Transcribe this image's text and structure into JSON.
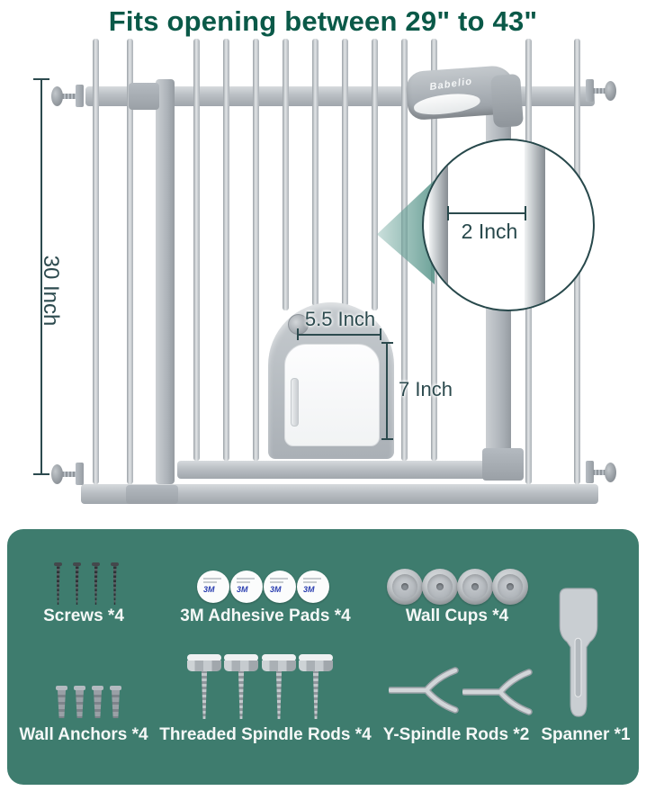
{
  "title": "Fits opening between 29\" to 43\"",
  "brand": "Babelio",
  "dimensions": {
    "height": "30 Inch",
    "bar_gap": "2 Inch",
    "pet_door_width": "5.5 Inch",
    "pet_door_height": "7 Inch"
  },
  "accessories": {
    "screws": {
      "label": "Screws *4"
    },
    "adhesive_pads": {
      "label": "3M Adhesive Pads *4",
      "brand": "3M"
    },
    "wall_cups": {
      "label": "Wall Cups *4"
    },
    "wall_anchors": {
      "label": "Wall Anchors *4"
    },
    "threaded_spindle_rods": {
      "label": "Threaded Spindle Rods *4"
    },
    "y_spindle_rods": {
      "label": "Y-Spindle Rods *2"
    },
    "spanner": {
      "label": "Spanner *1"
    }
  },
  "colors": {
    "title_green": "#0a5948",
    "annotation": "#2c4a4e",
    "panel_teal": "#3e7c6e",
    "gate_gray": "#b9bec3",
    "pad_logo_blue": "#2b3fb0"
  }
}
